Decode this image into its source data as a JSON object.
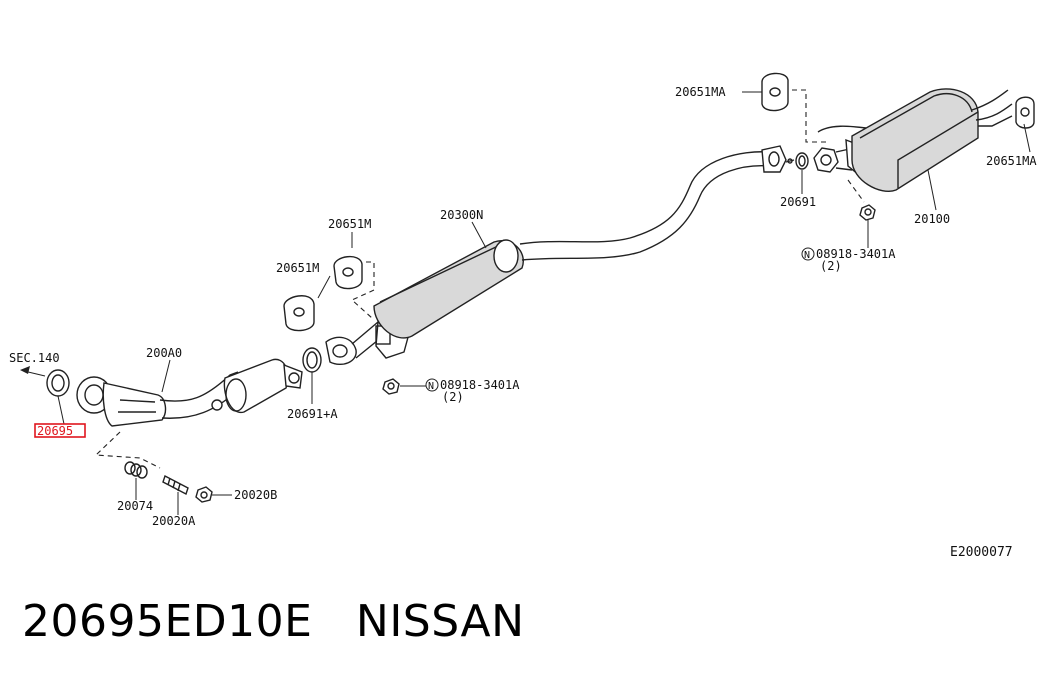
{
  "diagram": {
    "labels": {
      "sec140": "SEC.140",
      "p20695": "20695",
      "p200A0": "200A0",
      "p20074": "20074",
      "p20020A": "20020A",
      "p20020B": "20020B",
      "p20651M_a": "20651M",
      "p20651M_b": "20651M",
      "p20300N": "20300N",
      "p20691A": "20691+A",
      "p08918_a": "08918-3401A",
      "p08918_a_qty": "(2)",
      "p20651MA_a": "20651MA",
      "p20651MA_b": "20651MA",
      "p20691": "20691",
      "p20100": "20100",
      "p08918_b": "08918-3401A",
      "p08918_b_qty": "(2)",
      "n_symbol": "N",
      "ref_code": "E2000077"
    },
    "highlight_color": "#e0161e"
  },
  "caption": {
    "text": "20695ED10E   NISSAN"
  }
}
